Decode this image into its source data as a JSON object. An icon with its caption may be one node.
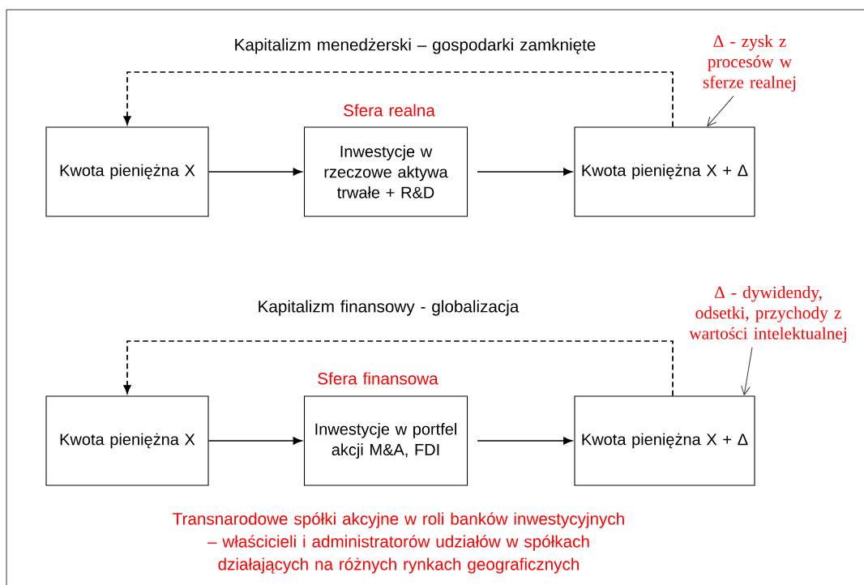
{
  "diagram": {
    "nodes": [
      {
        "text": [
          "Kwota pieniężna X"
        ]
      },
      {
        "text": [
          "Inwestycje w rzeczowe aktywa trwałe + R&D"
        ]
      },
      {
        "text": [
          "Kwota pieniężna X + Δ"
        ]
      },
      {
        "text": [
          "Δ - zysk z procesów w sferze realnej"
        ]
      },
      {
        "text": [
          "Kwota pieniężna X"
        ]
      },
      {
        "text": [
          "Inwestycje w portfel akcji M&A, FDI"
        ]
      },
      {
        "text": [
          "Kwota pieniężna X + Δ"
        ]
      },
      {
        "text": [
          "Δ - dywidendy, odsetki, przychody z wartości intelektualnej"
        ]
      }
    ],
    "edges": [
      {
        "from": 0,
        "to": 1,
        "arrow": "to"
      },
      {
        "from": 1,
        "to": 2,
        "arrow": "to"
      },
      {
        "from": 2,
        "to": 0,
        "arrow": "to",
        "style": "dashed"
      },
      {
        "from": 3,
        "to": 2,
        "arrow": "to",
        "color": "#404040"
      },
      {
        "from": 4,
        "to": 5,
        "arrow": "to"
      },
      {
        "from": 5,
        "to": 6,
        "arrow": "to"
      },
      {
        "from": 6,
        "to": 4,
        "arrow": "to",
        "style": "dashed"
      },
      {
        "from": 7,
        "to": 6,
        "arrow": "to",
        "color": "#404040"
      }
    ],
    "labels": [
      "Kapitalizm menedżerski – gospodarki zamknięte",
      "Sfera realna",
      "Kapitalizm finansowy - globalizacja",
      "Sfera finansowa",
      "Transnarodowe spółki akcyjne w roli banków inwestycyjnych – właścicieli i administratorów udziałów w spółkach działających na różnych rynkach geograficznych"
    ]
  }
}
